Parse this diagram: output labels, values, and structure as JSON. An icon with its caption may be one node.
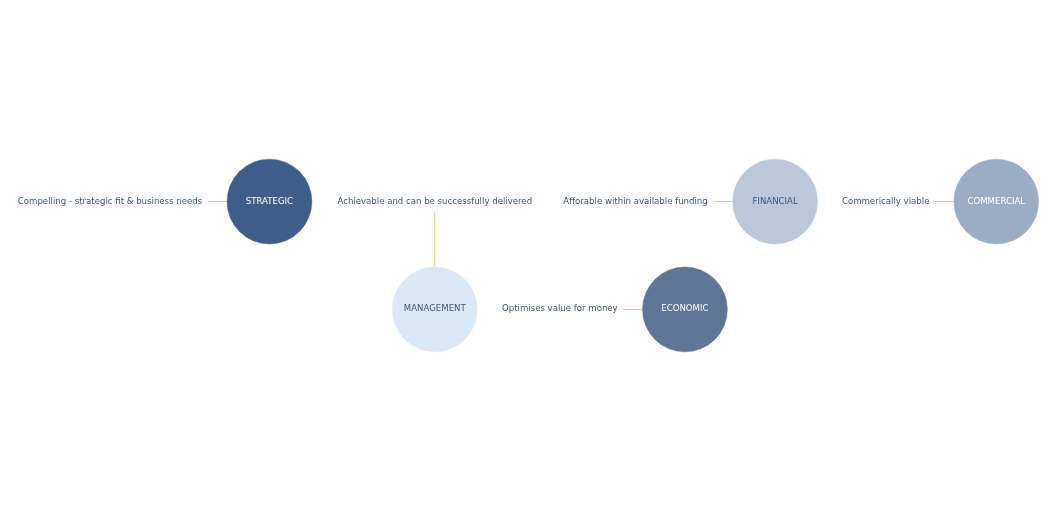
{
  "diagram": {
    "nodes": [
      {
        "text": [
          "Compelling - strategic fit & business needs"
        ]
      },
      {
        "text": [
          "Achievable and can be successfully delivered"
        ]
      },
      {
        "text": [
          "STRATEGIC"
        ]
      },
      {
        "text": [
          "Optimises value for money"
        ]
      },
      {
        "text": [
          "MANAGEMENT"
        ]
      },
      {
        "text": [
          "ECONOMIC"
        ]
      },
      {
        "text": [
          "FINANCIAL"
        ]
      },
      {
        "text": [
          "COMMERCIAL"
        ]
      },
      {
        "text": [
          "Afforable within available funding"
        ]
      },
      {
        "text": [
          "Commerically viable"
        ]
      }
    ],
    "edges": [
      {
        "from": 0,
        "to": 2,
        "arrow": "none"
      },
      {
        "from": 1,
        "to": 4,
        "arrow": "none"
      },
      {
        "from": 3,
        "to": 5,
        "arrow": "none"
      },
      {
        "from": 8,
        "to": 6,
        "arrow": "none"
      },
      {
        "from": 9,
        "to": 7,
        "arrow": "none"
      }
    ]
  }
}
